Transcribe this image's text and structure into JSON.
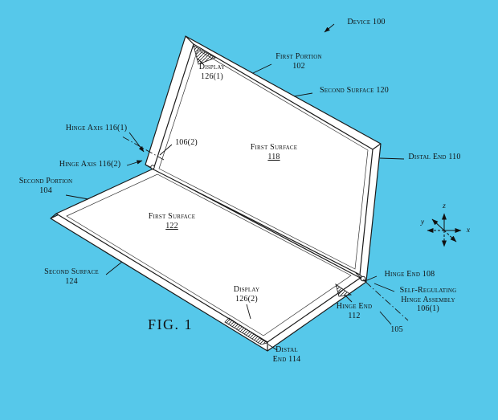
{
  "figure": {
    "background": "#56c8ea",
    "title": "FIG. 1"
  },
  "labels": {
    "device": {
      "lines": [
        "Device 100"
      ]
    },
    "first_portion": {
      "lines": [
        "First Portion",
        "102"
      ]
    },
    "display_1": {
      "lines": [
        "Display",
        "126(1)"
      ]
    },
    "second_surface_120": {
      "lines": [
        "Second Surface 120"
      ]
    },
    "hinge_axis_1": {
      "lines": [
        "Hinge Axis 116(1)"
      ]
    },
    "ref_106_2": {
      "lines": [
        "106(2)"
      ]
    },
    "hinge_axis_2": {
      "lines": [
        "Hinge Axis 116(2)"
      ]
    },
    "second_portion": {
      "lines": [
        "Second Portion",
        "104"
      ]
    },
    "first_surface_118": {
      "lines": [
        "First Surface",
        "118"
      ]
    },
    "distal_end_110": {
      "lines": [
        "Distal End 110"
      ]
    },
    "first_surface_122": {
      "lines": [
        "First Surface",
        "122"
      ]
    },
    "second_surface_124": {
      "lines": [
        "Second Surface",
        "124"
      ]
    },
    "display_2": {
      "lines": [
        "Display",
        "126(2)"
      ]
    },
    "distal_end_114": {
      "lines": [
        "Distal",
        "End 114"
      ]
    },
    "hinge_end_112": {
      "lines": [
        "Hinge End",
        "112"
      ]
    },
    "ref_105": {
      "lines": [
        "105"
      ]
    },
    "self_regulating": {
      "lines": [
        "Self-Regulating",
        "Hinge Assembly",
        "106(1)"
      ]
    },
    "hinge_end_108": {
      "lines": [
        "Hinge End 108"
      ]
    },
    "axes": {
      "x": "x",
      "y": "y",
      "z": "z"
    }
  }
}
